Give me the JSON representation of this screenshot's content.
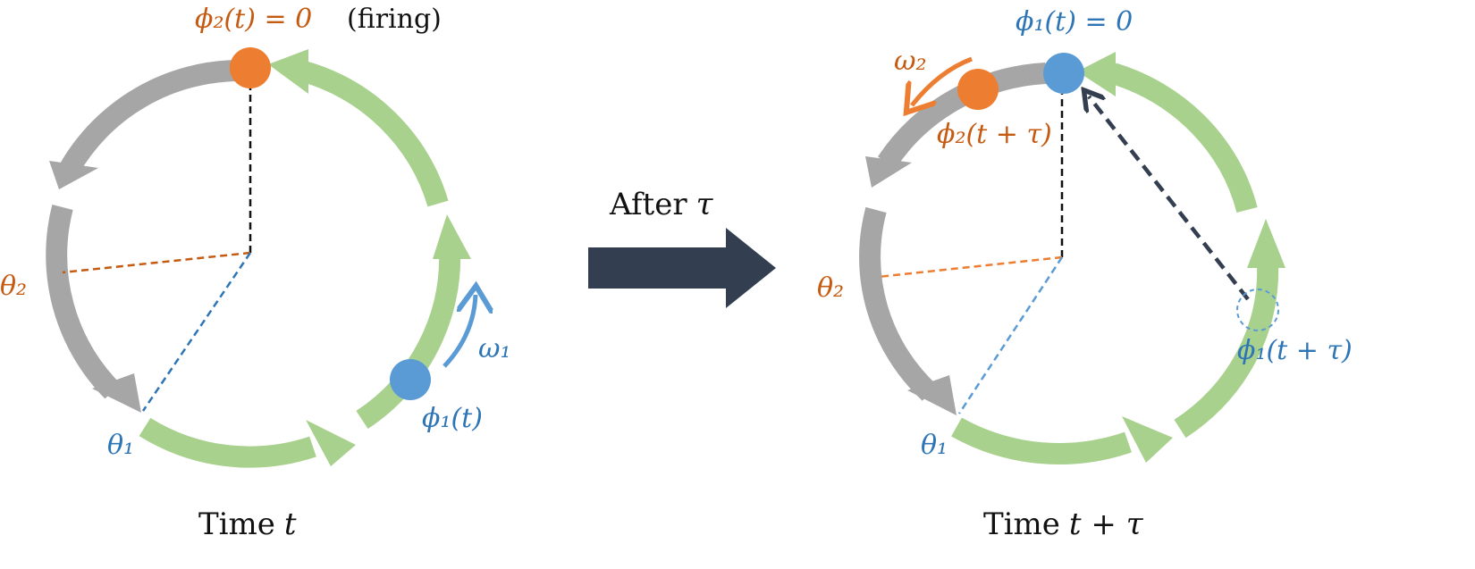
{
  "colors": {
    "green": "#a9d18e",
    "gray": "#a6a6a6",
    "orange": "#ed7d31",
    "orange_label": "#c55a11",
    "blue": "#5b9bd5",
    "blue_label": "#2e75b6",
    "navy": "#333f50",
    "black": "#111111"
  },
  "left": {
    "top_label_math": "ϕ₂(t) = 0",
    "top_label_note": "(firing)",
    "theta2": "θ₂",
    "theta1": "θ₁",
    "omega1": "ω₁",
    "phi1": "ϕ₁(t)",
    "caption_prefix": "Time",
    "caption_var": "t"
  },
  "middle": {
    "label_prefix": "After",
    "label_var": "τ"
  },
  "right": {
    "top_label": "ϕ₁(t) = 0",
    "omega2": "ω₂",
    "phi2": "ϕ₂(t + τ)",
    "theta2": "θ₂",
    "theta1": "θ₁",
    "phi1": "ϕ₁(t + τ)",
    "caption_prefix": "Time",
    "caption_var": "t + τ"
  }
}
